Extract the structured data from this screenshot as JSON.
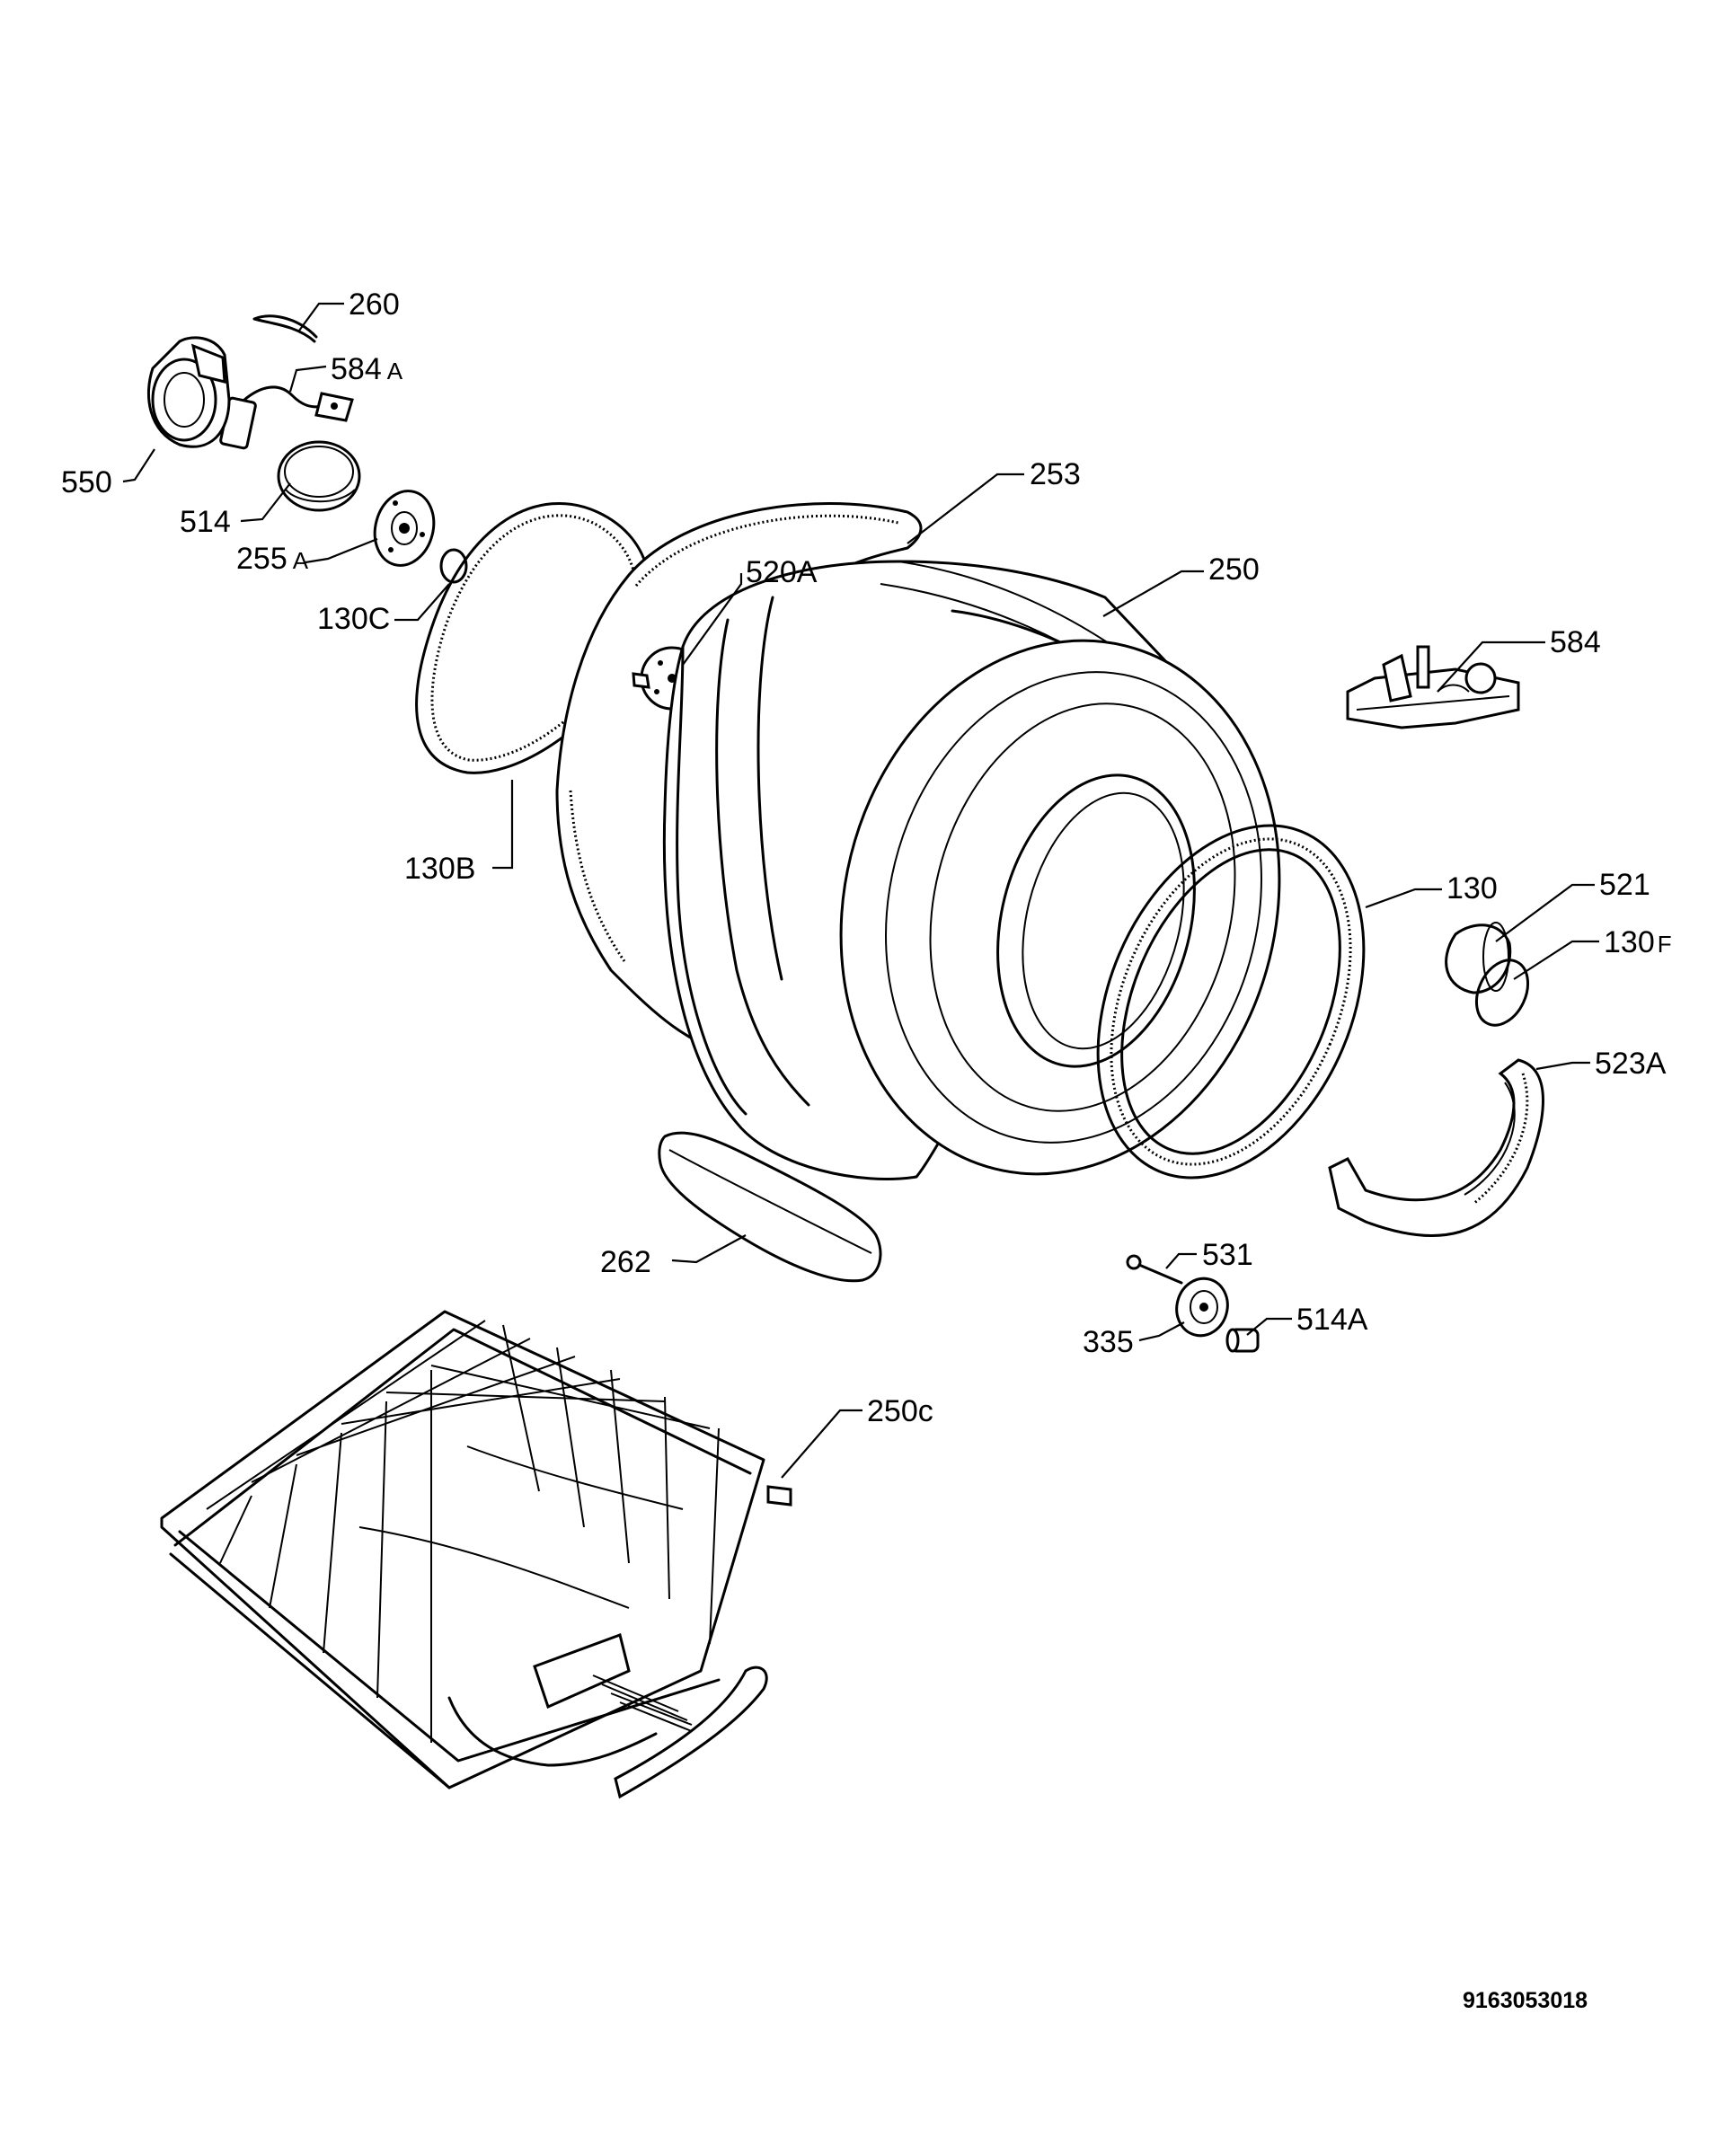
{
  "labels": {
    "p260": "260",
    "p584a_num": "584",
    "p584a_sfx": "A",
    "p550": "550",
    "p514": "514",
    "p255a_num": "255",
    "p255a_sfx": "A",
    "p130c": "130C",
    "p253": "253",
    "p520a": "520A",
    "p250": "250",
    "p584": "584",
    "p130b": "130B",
    "p130": "130",
    "p521": "521",
    "p130f_num": "130",
    "p130f_sfx": "F",
    "p523a": "523A",
    "p262": "262",
    "p531": "531",
    "p335": "335",
    "p514a": "514A",
    "p250c": "250c"
  },
  "reference_number": "9163053018",
  "colors": {
    "line": "#000000",
    "background": "#ffffff"
  }
}
